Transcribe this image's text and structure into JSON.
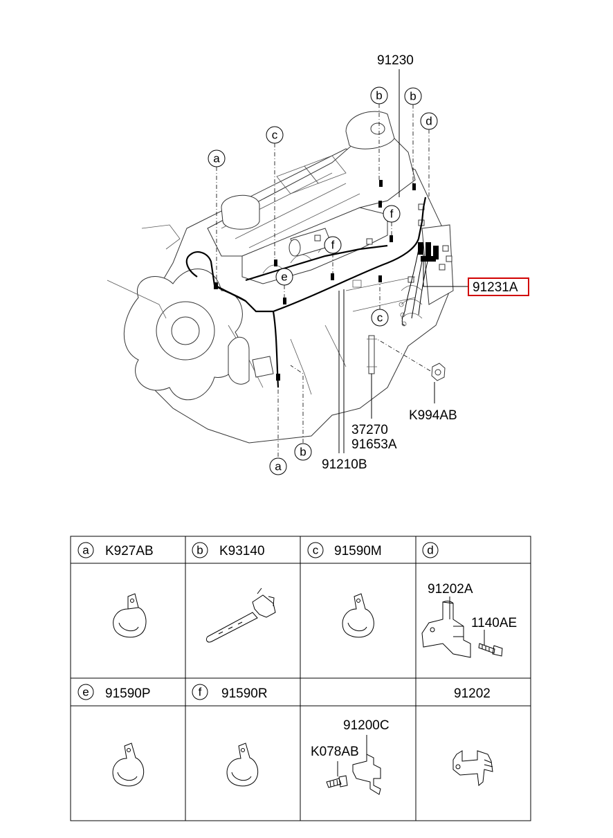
{
  "diagram": {
    "part_labels": {
      "p91230": "91230",
      "p91231A": "91231A",
      "pK994AB": "K994AB",
      "p37270": "37270",
      "p91653A": "91653A",
      "p91210B": "91210B"
    },
    "callouts": {
      "a_top": "a",
      "a_bottom": "a",
      "b_top1": "b",
      "b_top2": "b",
      "b_bottom": "b",
      "c_top": "c",
      "c_mid": "c",
      "d_top": "d",
      "e_mid": "e",
      "f_left": "f",
      "f_right": "f"
    }
  },
  "parts_table": {
    "row1": [
      {
        "letter": "a",
        "part": "K927AB"
      },
      {
        "letter": "b",
        "part": "K93140"
      },
      {
        "letter": "c",
        "part": "91590M"
      },
      {
        "letter": "d",
        "part": ""
      }
    ],
    "row2": [
      {
        "letter": "e",
        "part": "91590P"
      },
      {
        "letter": "f",
        "part": "91590R"
      },
      {
        "letter": "",
        "part": ""
      },
      {
        "letter": "",
        "part": "91202"
      }
    ],
    "sublabels": {
      "d_bracket": "91202A",
      "d_bolt": "1140AE",
      "g_bracket": "91200C",
      "g_bolt": "K078AB"
    }
  },
  "colors": {
    "highlight": "#d10000",
    "ink": "#000000"
  }
}
